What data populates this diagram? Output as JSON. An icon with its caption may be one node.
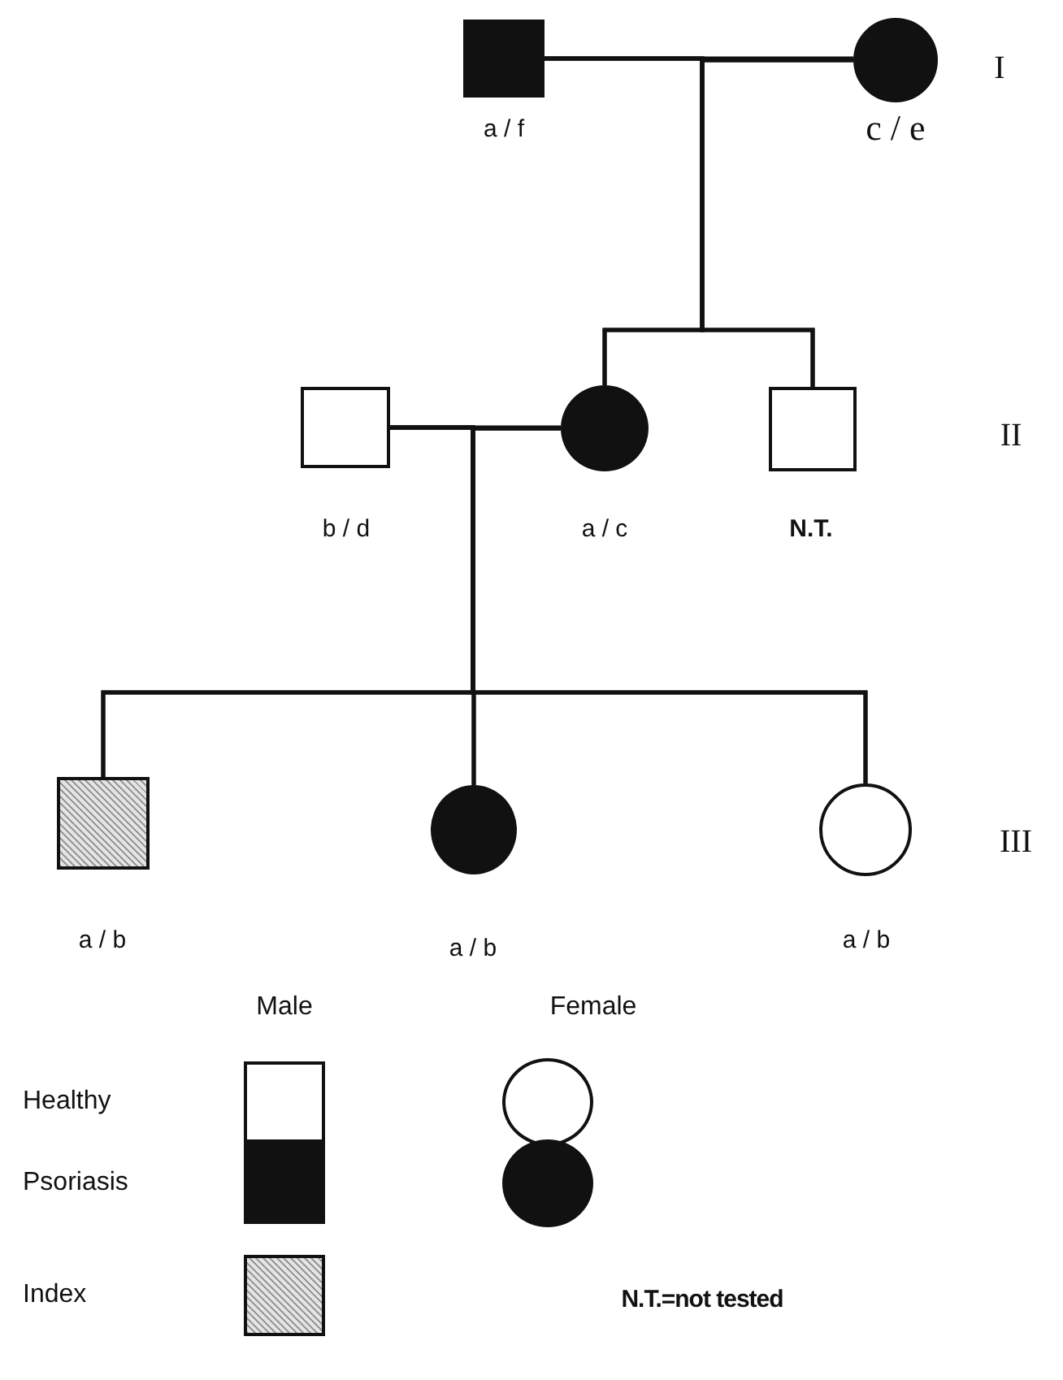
{
  "diagram": {
    "nodes": [
      {
        "text": [],
        "shape": "box",
        "beside": [
          "a / f"
        ]
      },
      {
        "text": [],
        "shape": "circle",
        "beside": [
          "c / e"
        ]
      },
      {
        "text": [],
        "shape": "box",
        "beside": [
          "b / d"
        ]
      },
      {
        "text": [],
        "shape": "circle",
        "beside": [
          "a / c"
        ]
      },
      {
        "text": [],
        "shape": "box",
        "beside": [
          "N.T."
        ]
      },
      {
        "text": [],
        "shape": "box",
        "beside": [
          "a / b"
        ]
      },
      {
        "text": [],
        "shape": "circle",
        "beside": [
          "a / b"
        ]
      },
      {
        "text": [],
        "shape": "circle",
        "beside": [
          "a / b"
        ]
      }
    ],
    "edges": [
      {
        "from": 0,
        "to": 1,
        "arrow": "none"
      },
      {
        "from": 0,
        "to": 3,
        "arrow": "none"
      },
      {
        "from": 1,
        "to": 3,
        "arrow": "none"
      },
      {
        "from": 0,
        "to": 4,
        "arrow": "none"
      },
      {
        "from": 1,
        "to": 4,
        "arrow": "none"
      },
      {
        "from": 2,
        "to": 3,
        "arrow": "none"
      },
      {
        "from": 2,
        "to": 5,
        "arrow": "none"
      },
      {
        "from": 3,
        "to": 5,
        "arrow": "none"
      },
      {
        "from": 2,
        "to": 6,
        "arrow": "none"
      },
      {
        "from": 3,
        "to": 6,
        "arrow": "none"
      },
      {
        "from": 2,
        "to": 7,
        "arrow": "none"
      },
      {
        "from": 3,
        "to": 7,
        "arrow": "none"
      }
    ],
    "labels": [
      "I",
      "II",
      "III",
      "Male",
      "Female",
      "N.T.=not tested"
    ],
    "legend": [
      {
        "text": "Healthy"
      },
      {
        "text": "Psoriasis"
      },
      {
        "text": "Index"
      }
    ]
  }
}
